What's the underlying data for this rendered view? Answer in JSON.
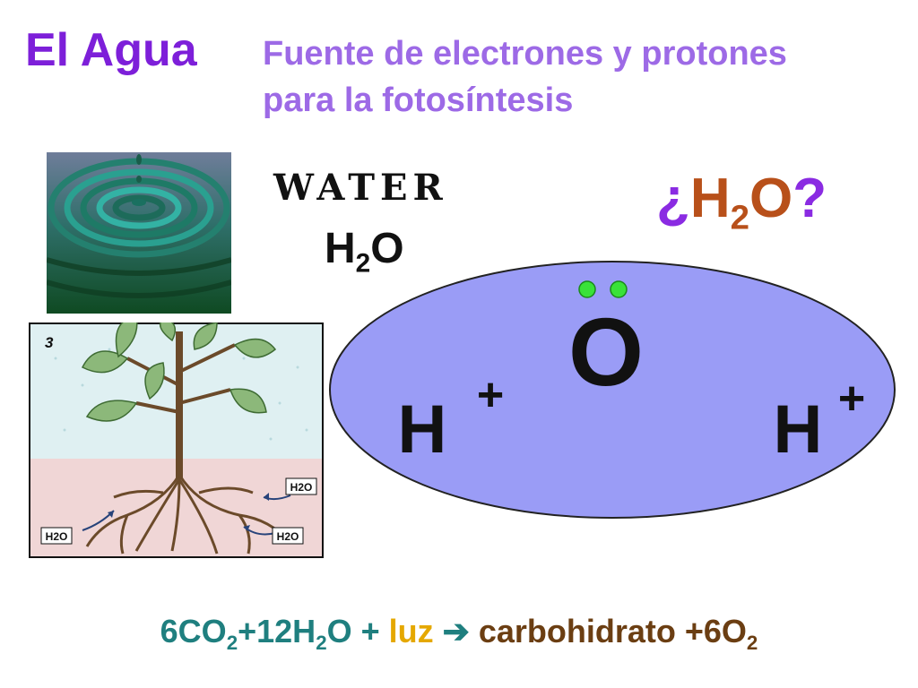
{
  "header": {
    "title": "El Agua",
    "subtitle_line1": "Fuente de electrones y protones",
    "subtitle_line2": "para la fotosíntesis"
  },
  "water_word": "WATER",
  "h2o_label": {
    "H": "H",
    "sub": "2",
    "O": "O"
  },
  "question": {
    "open": "¿",
    "H": "H",
    "sub": "2",
    "O": "O",
    "close": "?"
  },
  "molecule": {
    "oxygen": "O",
    "h_left": "H",
    "h_right": "H",
    "charge_left": "+",
    "charge_right": "+"
  },
  "plant_figure": {
    "panel_number": "3",
    "labels": [
      "H2O",
      "H2O",
      "H2O"
    ]
  },
  "equation": {
    "part1": "6CO",
    "sub1": "2",
    "part2": "+12H",
    "sub2": "2",
    "part3": "O",
    "plus": " + ",
    "luz": "luz",
    "arrow": " ➔ ",
    "carb": "carbohidrato",
    "part4": " +6O",
    "sub4": "2"
  },
  "colors": {
    "title": "#7d1fd9",
    "subtitle": "#9d6ae6",
    "molecule_fill": "#9a9cf6",
    "electron": "#39e239",
    "equation_teal": "#1f7f7f",
    "equation_yellow": "#e5a800",
    "equation_brown": "#6b3e12"
  },
  "icons": [
    "water-ripple-icon",
    "plant-roots-illustration"
  ]
}
